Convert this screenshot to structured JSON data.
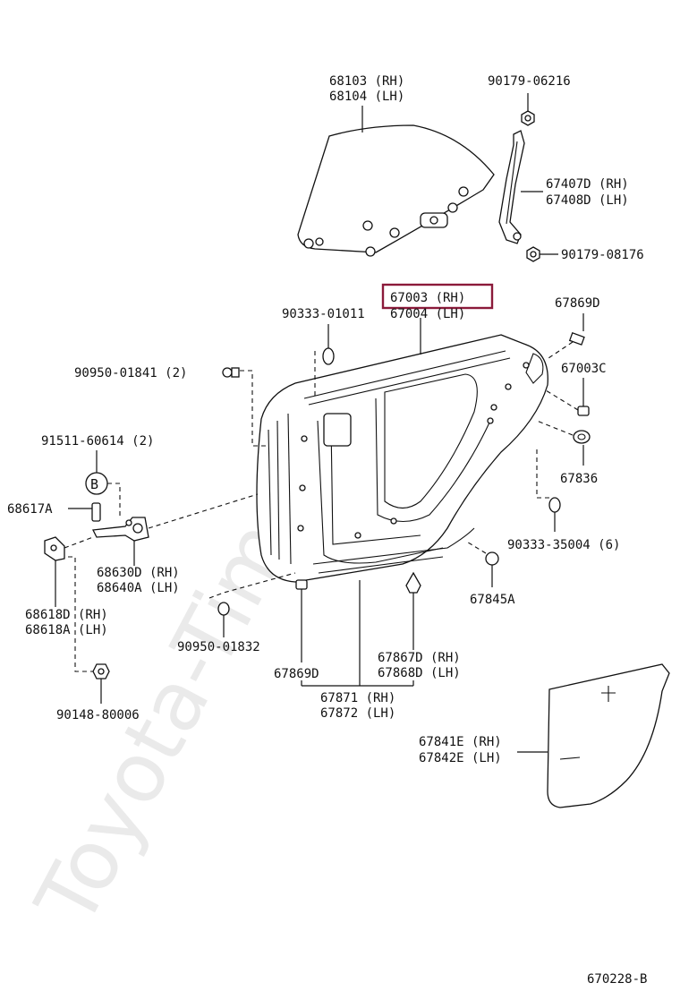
{
  "watermark": "Toyota-Time.ru",
  "diagram_id": "670228-B",
  "highlight_color": "#8b1a3a",
  "labels": {
    "glass_rh": "68103 (RH)",
    "glass_lh": "68104 (LH)",
    "bolt_top": "90179-06216",
    "frame_rh": "67407D (RH)",
    "frame_lh": "67408D (LH)",
    "bolt_frame": "90179-08176",
    "panel_rh": "67003 (RH)",
    "panel_lh": "67004 (LH)",
    "plug_top": "90333-01011",
    "clip_right_top": "67869D",
    "clip_67003c": "67003C",
    "bolt_left_top": "90950-01841 (2)",
    "bolt_hinge": "91511-60614 (2)",
    "callout_b": "B",
    "pin_68617a": "68617A",
    "grommet_67836": "67836",
    "check_rh": "68630D (RH)",
    "check_lh": "68640A (LH)",
    "plug_right": "90333-35004 (6)",
    "hinge_rh": "68618D (RH)",
    "hinge_lh": "68618A (LH)",
    "clip_67845a": "67845A",
    "bolt_bottom": "90950-01832",
    "clip_left_bottom": "67869D",
    "retainer_rh": "67867D (RH)",
    "retainer_lh": "67868D (LH)",
    "bolt_hinge_bottom": "90148-80006",
    "weather_rh": "67871 (RH)",
    "weather_lh": "67872 (LH)",
    "cover_rh": "67841E (RH)",
    "cover_lh": "67842E (LH)"
  }
}
